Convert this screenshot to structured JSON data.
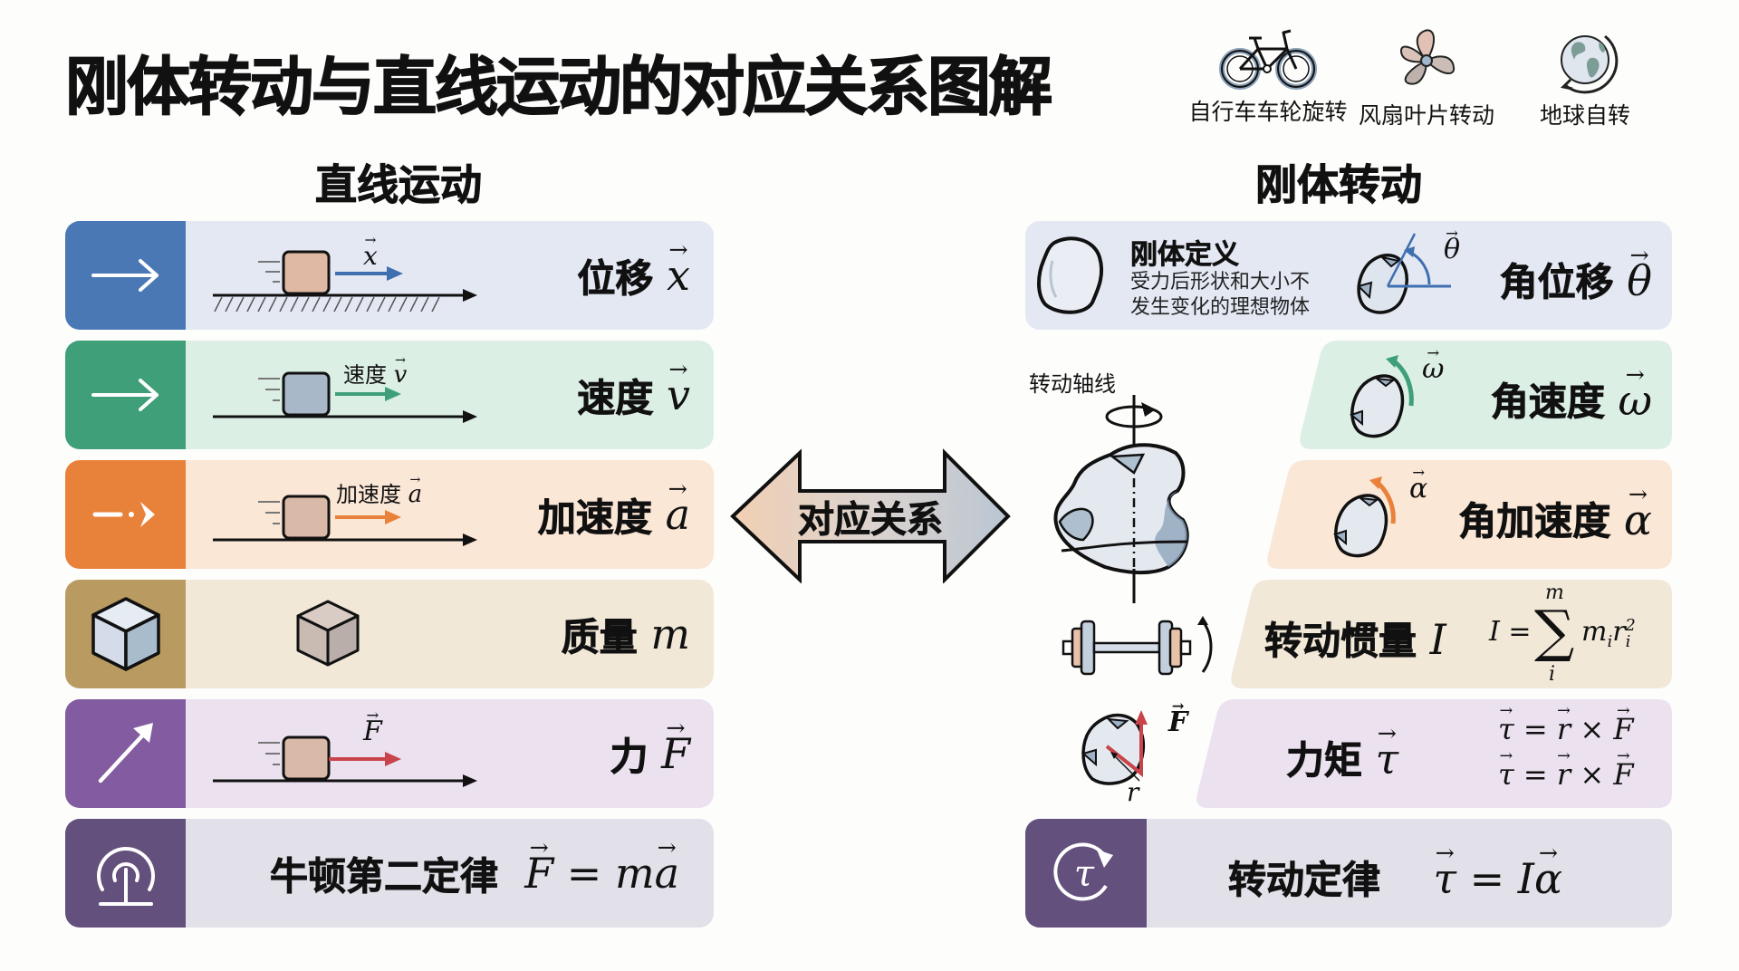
{
  "title": "刚体转动与直线运动的对应关系图解",
  "examples": [
    {
      "icon": "bicycle-icon",
      "label": "自行车车轮旋转"
    },
    {
      "icon": "fan-icon",
      "label": "风扇叶片转动"
    },
    {
      "icon": "earth-rotation-icon",
      "label": "地球自转"
    }
  ],
  "left": {
    "heading": "直线运动",
    "rows": [
      {
        "key": "displacement",
        "name": "位移",
        "symbol": "x",
        "vector": true,
        "scene_label": "",
        "scene_symbol": "x",
        "accent": "#4a78b4",
        "bg": "#e3e8f3",
        "icon": "arrow-right-icon"
      },
      {
        "key": "velocity",
        "name": "速度",
        "symbol": "v",
        "vector": true,
        "scene_label": "速度",
        "scene_symbol": "v",
        "accent": "#3e9f78",
        "bg": "#dcefe5",
        "icon": "arrow-right-icon"
      },
      {
        "key": "acceleration",
        "name": "加速度",
        "symbol": "a",
        "vector": true,
        "scene_label": "加速度",
        "scene_symbol": "a",
        "accent": "#e8813a",
        "bg": "#fbe7d6",
        "icon": "dashed-arrow-icon"
      },
      {
        "key": "mass",
        "name": "质量",
        "symbol": "m",
        "vector": false,
        "accent": "#b99b62",
        "bg": "#f1e8d8",
        "icon": "cube-icon"
      },
      {
        "key": "force",
        "name": "力",
        "symbol": "F",
        "vector": true,
        "scene_label": "",
        "scene_symbol": "F",
        "accent": "#835ba0",
        "bg": "#ebe1ef",
        "icon": "diagonal-arrow-icon"
      },
      {
        "key": "newton2",
        "name": "牛顿第二定律",
        "formula": "F = ma",
        "accent": "#63507d",
        "bg": "#e2e0e8",
        "icon": "newton-law-icon"
      }
    ]
  },
  "center": {
    "label": "对应关系"
  },
  "right": {
    "heading": "刚体转动",
    "definition_title": "刚体定义",
    "definition_text_1": "受力后形状和大小不",
    "definition_text_2": "发生变化的理想物体",
    "axis_label": "转动轴线",
    "rows": [
      {
        "key": "angular_displacement",
        "name": "角位移",
        "symbol": "θ",
        "bg": "#e3e8f3",
        "arrow_color": "#3f6fb0"
      },
      {
        "key": "angular_velocity",
        "name": "角速度",
        "symbol": "ω",
        "bg": "#dcefe5",
        "arrow_color": "#3e9f78"
      },
      {
        "key": "angular_acceleration",
        "name": "角加速度",
        "symbol": "α",
        "bg": "#fbe7d6",
        "arrow_color": "#e8813a"
      },
      {
        "key": "moment_of_inertia",
        "name": "转动惯量",
        "symbol": "I",
        "formula_lhs": "I =",
        "formula_sum_top": "m",
        "formula_sum_bottom": "i",
        "formula_rhs": "m",
        "bg": "#f1e8d8"
      },
      {
        "key": "torque",
        "name": "力矩",
        "symbol": "τ",
        "formula_1": "τ = r × F",
        "formula_2": "τ = r × F",
        "force_label": "F",
        "radius_label": "r",
        "bg": "#ebe1ef",
        "force_color": "#c9434a"
      },
      {
        "key": "rotation_law",
        "name": "转动定律",
        "formula": "τ = Iα",
        "accent": "#63507d",
        "bg": "#e2e0e8",
        "icon": "tau-rotation-icon"
      }
    ]
  }
}
